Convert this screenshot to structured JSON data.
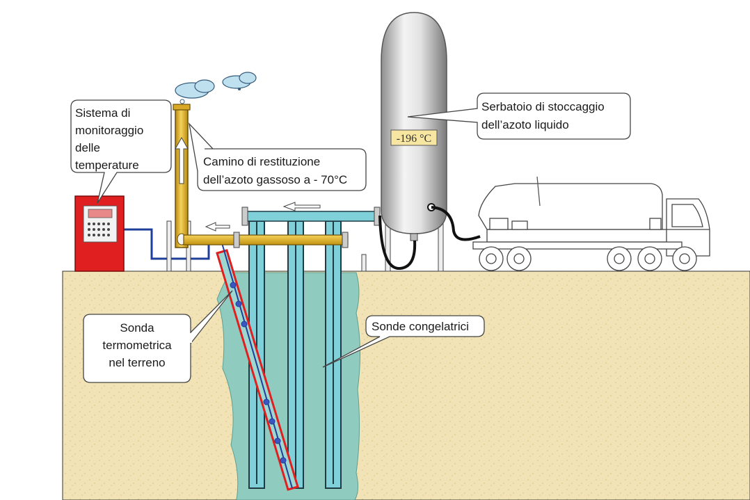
{
  "labels": {
    "monitoring": [
      "Sistema di",
      "monitoraggio",
      "delle",
      "temperature"
    ],
    "chimney": [
      "Camino di restituzione",
      "dell’azoto gassoso a - 70°C"
    ],
    "tank": [
      "Serbatoio di stoccaggio",
      "dell’azoto liquido"
    ],
    "tank_temperature": "-196 °C",
    "probe": [
      "Sonda",
      "termometrica",
      "nel terreno"
    ],
    "freezing_probes": "Sonde congelatrici"
  },
  "colors": {
    "soil": "#f1e3b6",
    "frozen_ground": "#8fcbbf",
    "pipe_yellow": "#e8b62a",
    "pipe_cyan": "#7fd0d8",
    "cabinet_red": "#e02020",
    "probe_blue": "#1f3f9a",
    "tank_grey": "#c9c9c9",
    "cloud": "#bfe0ef"
  },
  "icons": [
    "cloud-icon",
    "arrow-up-icon",
    "arrow-left-icon",
    "truck-icon",
    "storage-tank-icon",
    "control-cabinet-icon"
  ]
}
